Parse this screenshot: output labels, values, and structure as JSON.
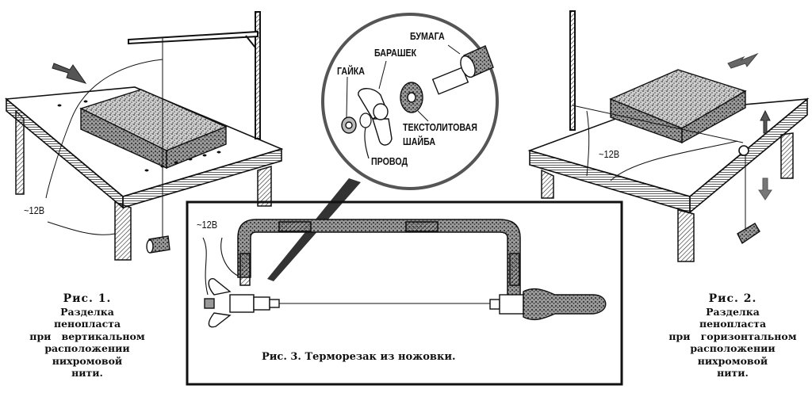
{
  "figure1": {
    "caption_title": "Рис. 1.",
    "caption_lines": [
      "Разделка",
      "пенопласта",
      "при   вертикальном",
      "расположении",
      "нихромовой",
      "нити."
    ],
    "voltage_label": "~12В"
  },
  "figure2": {
    "caption_title": "Рис. 2.",
    "caption_lines": [
      "Разделка",
      "пенопласта",
      "при   горизонтальном",
      "расположении",
      "нихромовой",
      "нити."
    ],
    "voltage_label": "~12В"
  },
  "figure3": {
    "caption": "Рис. 3. Терморезак из ножовки.",
    "voltage_label": "~12В"
  },
  "detail_callout": {
    "labels": {
      "paper": "БУМАГА",
      "wingnut": "БАРАШЕК",
      "nut": "ГАЙКА",
      "textolite_washer_line1": "ТЕКСТОЛИТОВАЯ",
      "textolite_washer_line2": "ШАЙБА",
      "wire": "ПРОВОД"
    }
  },
  "colors": {
    "ink": "#111111",
    "paper": "#ffffff",
    "foam": "#8a8a8a",
    "arrow": "#666666"
  }
}
